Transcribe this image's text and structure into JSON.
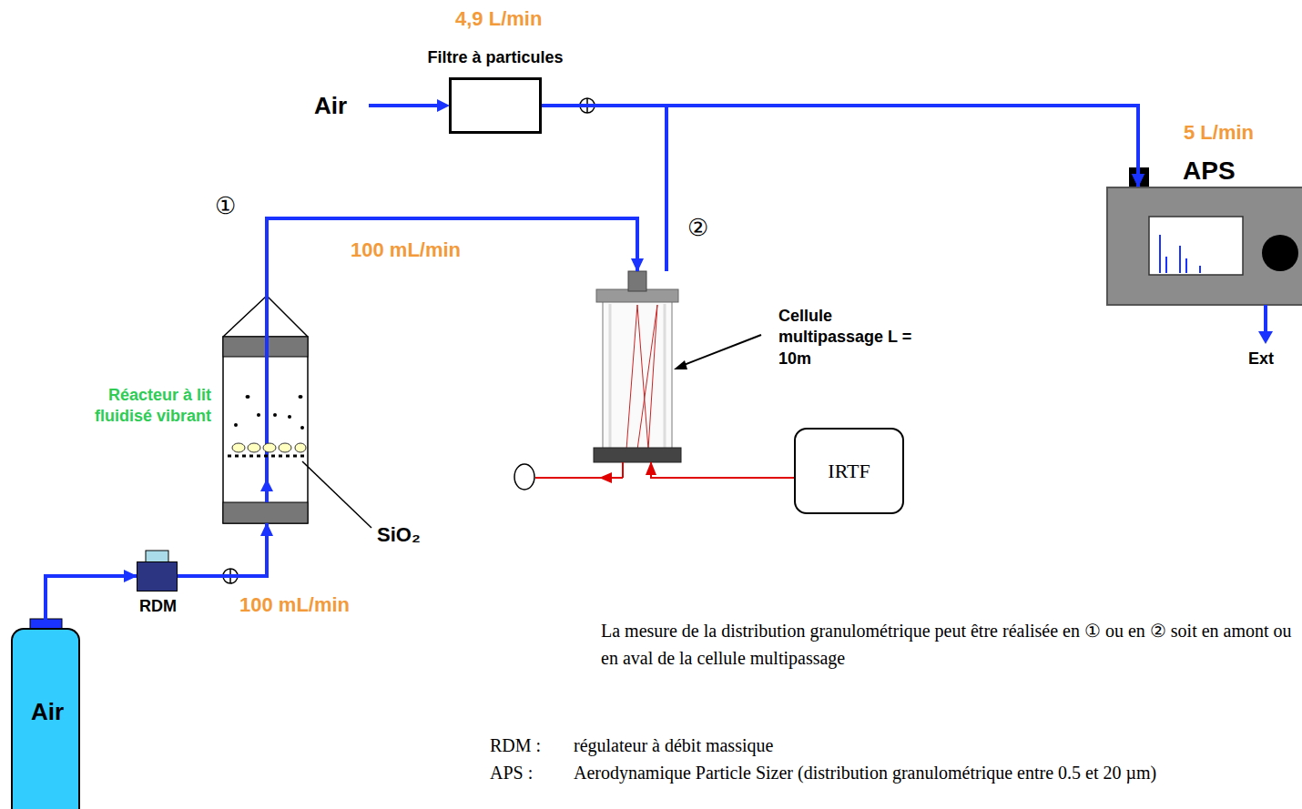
{
  "diagram": {
    "nodes": [
      {
        "text": [
          "Air"
        ]
      },
      {
        "text": [
          "RDM"
        ]
      },
      {
        "text": [
          "Réacteur à lit fluidisé vibrant"
        ]
      },
      {
        "text": [
          "Cellule multipassage L = 10m"
        ]
      },
      {
        "text": [
          "IRTF"
        ]
      },
      {
        "text": [
          "Filtre à particules"
        ]
      },
      {
        "text": [
          "APS"
        ]
      }
    ],
    "edges": [
      {
        "from": 0,
        "to": 1,
        "arrow": "to"
      },
      {
        "from": 1,
        "to": 2,
        "label": "100 mL/min",
        "arrow": "to"
      },
      {
        "from": 2,
        "to": 3,
        "label": "100 mL/min",
        "arrow": "to"
      },
      {
        "from": 4,
        "to": 3,
        "arrow": "to"
      },
      {
        "from": 3,
        "to": 6,
        "arrow": "to"
      },
      {
        "from": 5,
        "to": 6,
        "arrow": "to"
      }
    ],
    "labels": [
      "4,9 L/min",
      "Air",
      "①",
      "②",
      "SiO₂",
      "5 L/min",
      "Ext",
      "La mesure de la distribution granulométrique peut être réalisée en ① ou en ② soit en amont ou en aval de la cellule multipassage",
      "RDM :",
      "régulateur à débit massique",
      "APS :",
      "Aerodynamique Particle Sizer (distribution granulométrique entre 0.5 et 20 µm)"
    ]
  }
}
